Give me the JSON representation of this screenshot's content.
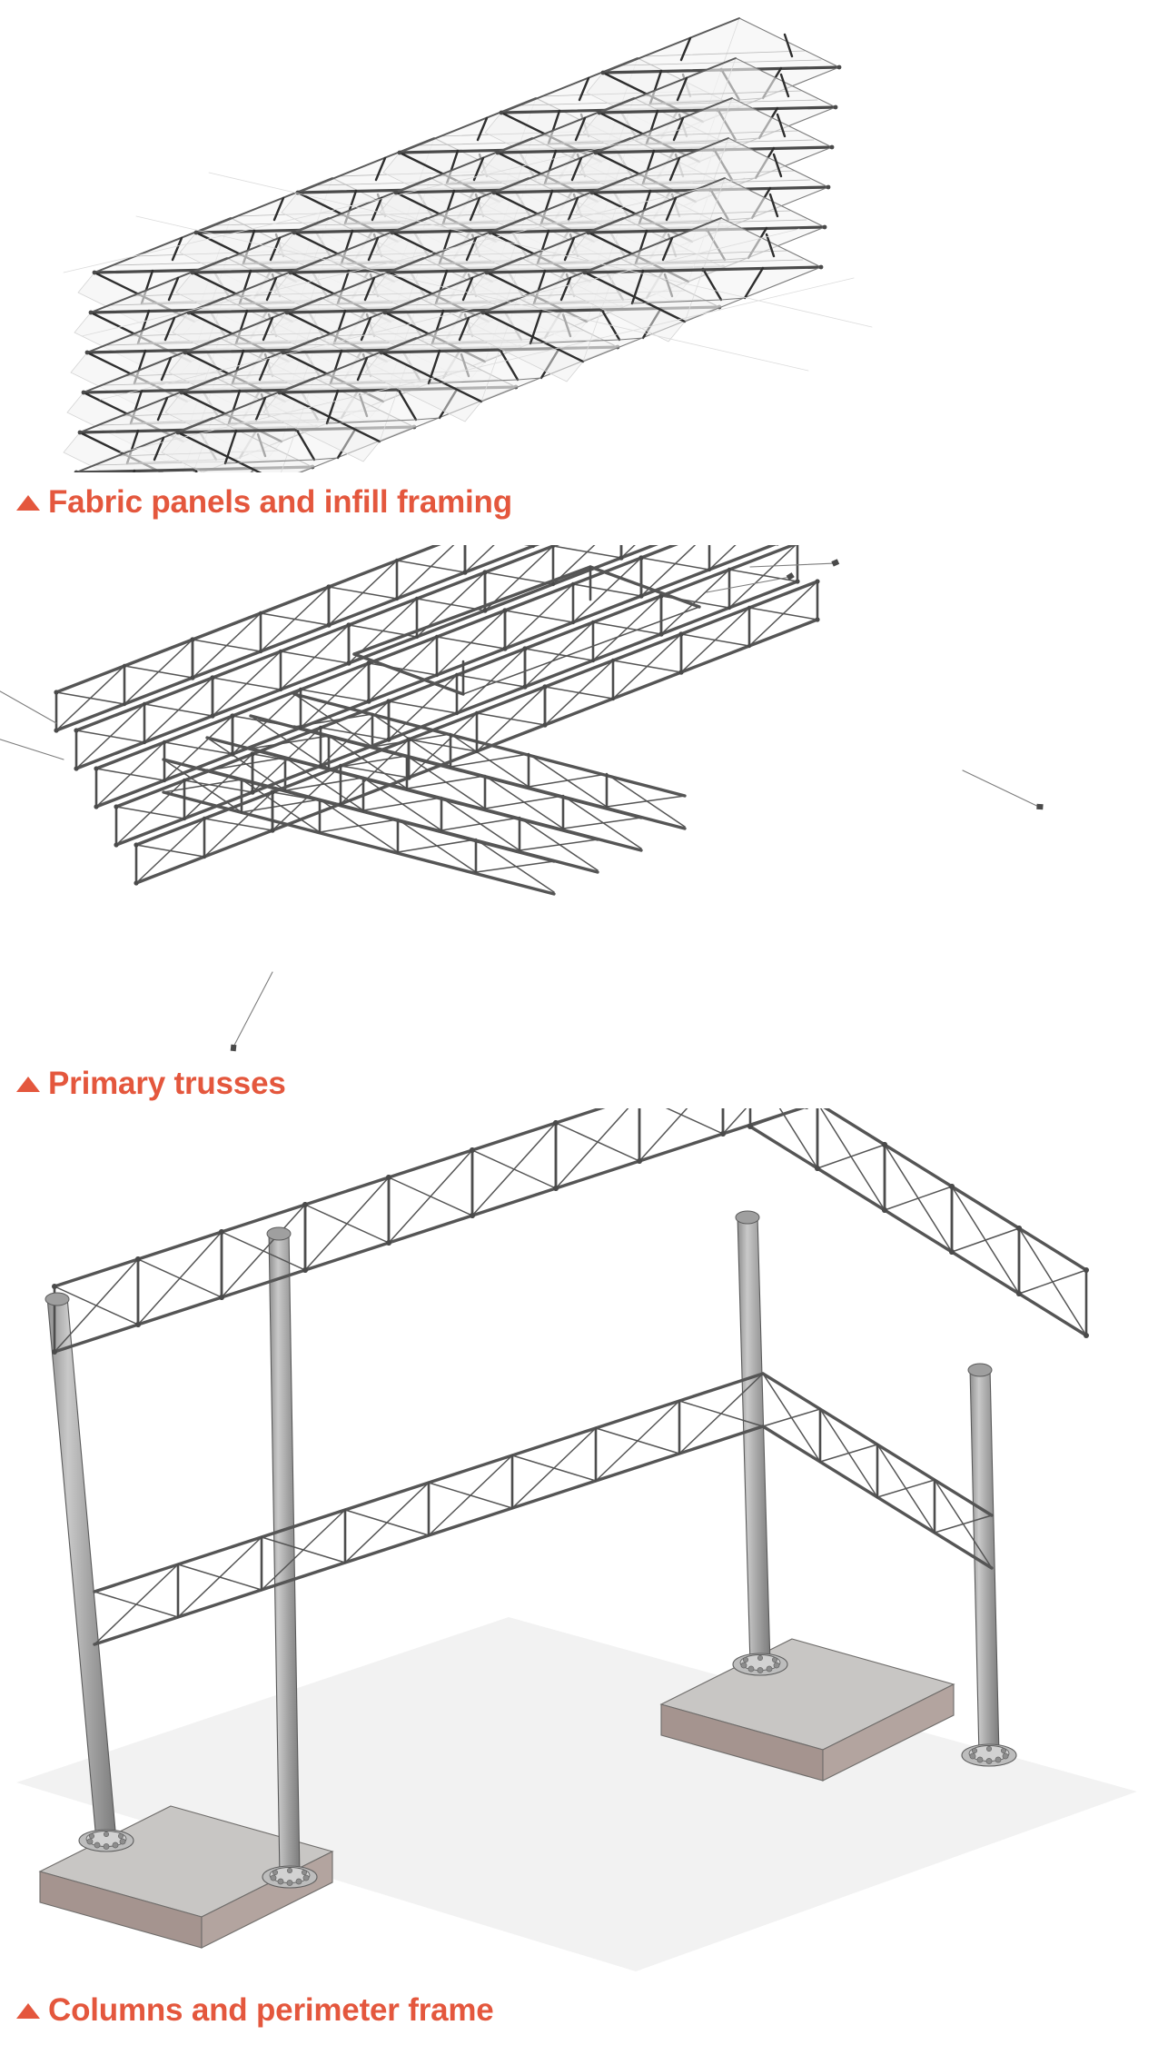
{
  "document": {
    "kind": "exploded-axonometric-assembly-diagram",
    "background_color": "#ffffff",
    "accent_color": "#e4573d"
  },
  "layers": [
    {
      "id": "fabric",
      "caption": "Fabric panels and infill framing",
      "marker_icon": "triangle-up-icon",
      "marker_color": "#e4573d"
    },
    {
      "id": "trusses",
      "caption": "Primary trusses",
      "marker_icon": "triangle-up-icon",
      "marker_color": "#e4573d"
    },
    {
      "id": "columns",
      "caption": "Columns and perimeter frame",
      "marker_icon": "triangle-up-icon",
      "marker_color": "#e4573d"
    }
  ],
  "palette": {
    "accent": "#e4573d",
    "line_heavy": "#4a4a4a",
    "line_light": "#b9b9b9",
    "panel_fill": "#f4f4f4",
    "steel": "#9a9a9a",
    "concrete_top": "#c8c6c4",
    "concrete_side": "#a5948f",
    "ground": "#f2f2f2"
  },
  "geometry": {
    "fabric_layer": {
      "description": "Grid of translucent fabric panels supported on diagonal infill framing",
      "bay_rows": 6,
      "bay_cols": 6
    },
    "truss_layer": {
      "description": "Orthogonal grid of primary trusses with X-bracing between chords",
      "truss_lines": 6,
      "cantilever_rods": 6
    },
    "column_layer": {
      "description": "Four tapered steel columns on two concrete strip footings carrying a perimeter truss band",
      "columns": 4,
      "footings": 2,
      "perimeter_truss_panels": 9
    }
  }
}
